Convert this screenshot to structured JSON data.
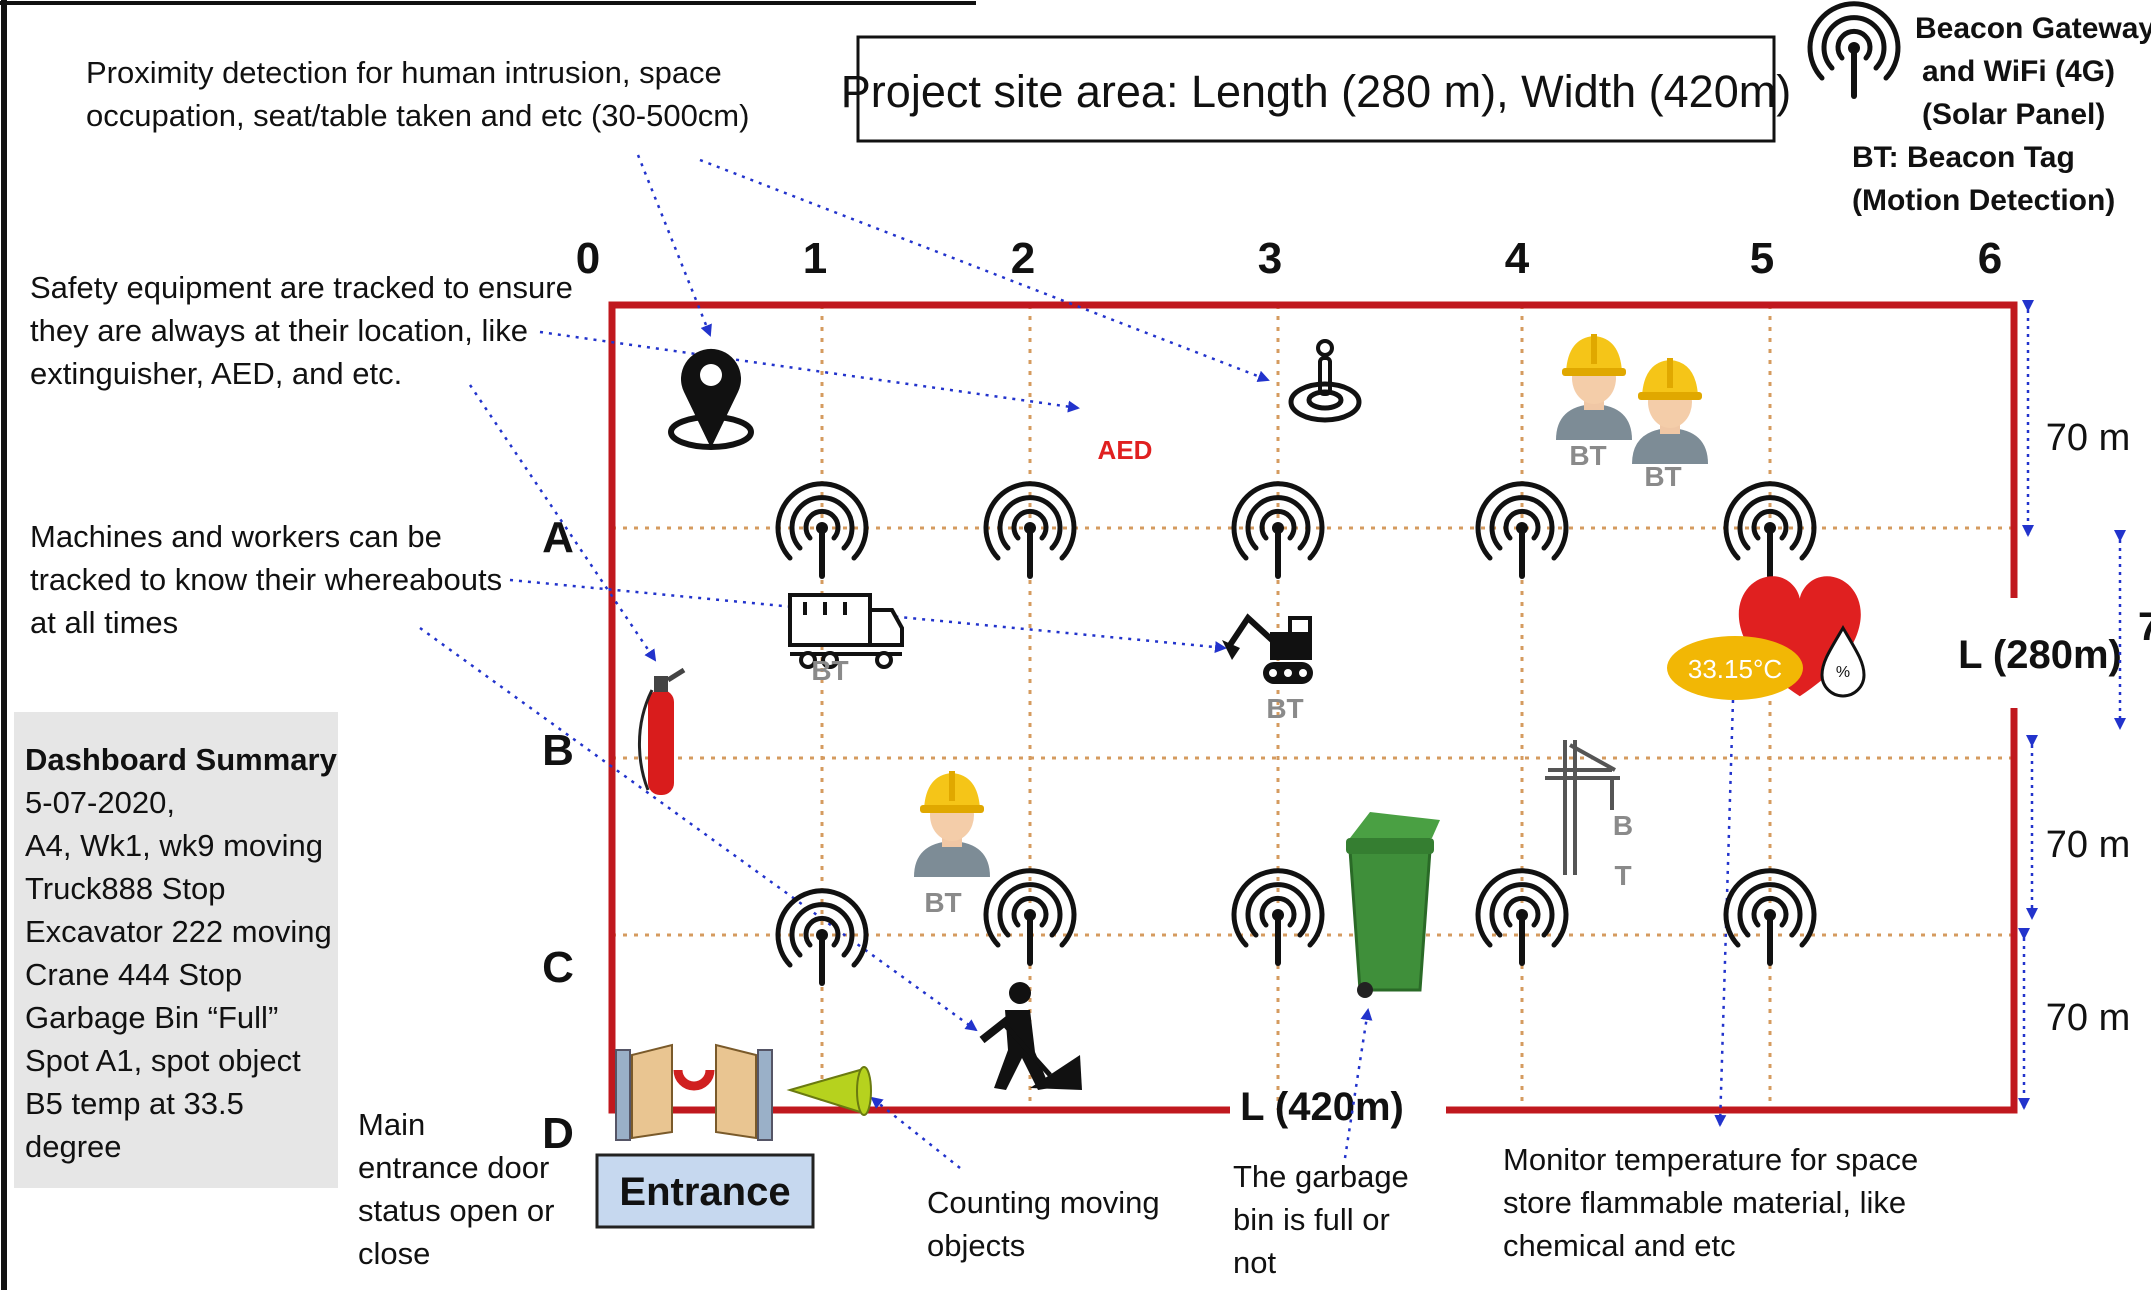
{
  "title_box": "Project site area: Length (280 m), Width (420m)",
  "legend": {
    "gateway_line1": "Beacon Gateway",
    "gateway_line2": "and WiFi (4G)",
    "gateway_line3": "(Solar Panel)",
    "tag_line1": "BT:  Beacon Tag",
    "tag_line2": "(Motion Detection)",
    "gateway_icon": "wifi-beacon-icon"
  },
  "grid": {
    "columns": [
      "0",
      "1",
      "2",
      "3",
      "4",
      "5",
      "6"
    ],
    "rows": [
      "A",
      "B",
      "C",
      "D"
    ]
  },
  "dimensions": {
    "seg1": "70 m",
    "seg2": "70 m",
    "seg3": "70 m",
    "length": "L (280m)",
    "width": "L (420m)"
  },
  "annotations": {
    "proximity": [
      "Proximity detection for human intrusion, space",
      "occupation, seat/table taken and etc (30-500cm)"
    ],
    "safety": [
      "Safety equipment are tracked to ensure",
      "they are always at their location, like",
      "extinguisher, AED, and etc."
    ],
    "machines": [
      "Machines and workers can be",
      "tracked to know their whereabouts",
      "at all times"
    ],
    "entrance_door": [
      "Main",
      "entrance door",
      "status open or",
      "close"
    ],
    "counting": [
      "Counting moving",
      "objects"
    ],
    "garbage": [
      "The garbage",
      "bin is full or",
      "not"
    ],
    "temperature": [
      "Monitor temperature for space",
      "store flammable material, like",
      "chemical and etc"
    ]
  },
  "dashboard": {
    "title": "Dashboard Summary",
    "lines": [
      "5-07-2020,",
      "A4, Wk1, wk9 moving",
      "Truck888 Stop",
      "Excavator 222 moving",
      "Crane 444 Stop",
      "Garbage Bin “Full”",
      "Spot A1, spot object",
      "B5 temp at 33.5",
      "degree"
    ]
  },
  "labels": {
    "aed": "AED",
    "bt": "BT",
    "crane_b": "B",
    "crane_t": "T",
    "temperature_badge": "33.15°C",
    "humidity": "%",
    "entrance": "Entrance"
  },
  "colors": {
    "site_border": "#c0181e",
    "grid_dots": "#d59b5f",
    "arrow": "#2233cc",
    "temp_badge": "#f2b705",
    "dashboard_bg": "#e6e6e6",
    "entrance_bg": "#c6d8ef"
  }
}
